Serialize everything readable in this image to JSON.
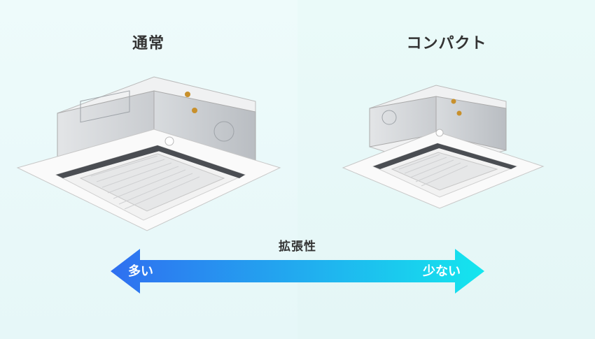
{
  "comparison": {
    "left_label": "通常",
    "right_label": "コンパクト",
    "axis_title": "拡張性",
    "arrow_left_text": "多い",
    "arrow_right_text": "少ない"
  },
  "colors": {
    "arrow_start": "#2f6ff0",
    "arrow_end": "#14e6ee",
    "text": "#333333"
  },
  "images": {
    "left_unit": "ceiling-cassette-air-conditioner-standard",
    "right_unit": "ceiling-cassette-air-conditioner-compact"
  }
}
